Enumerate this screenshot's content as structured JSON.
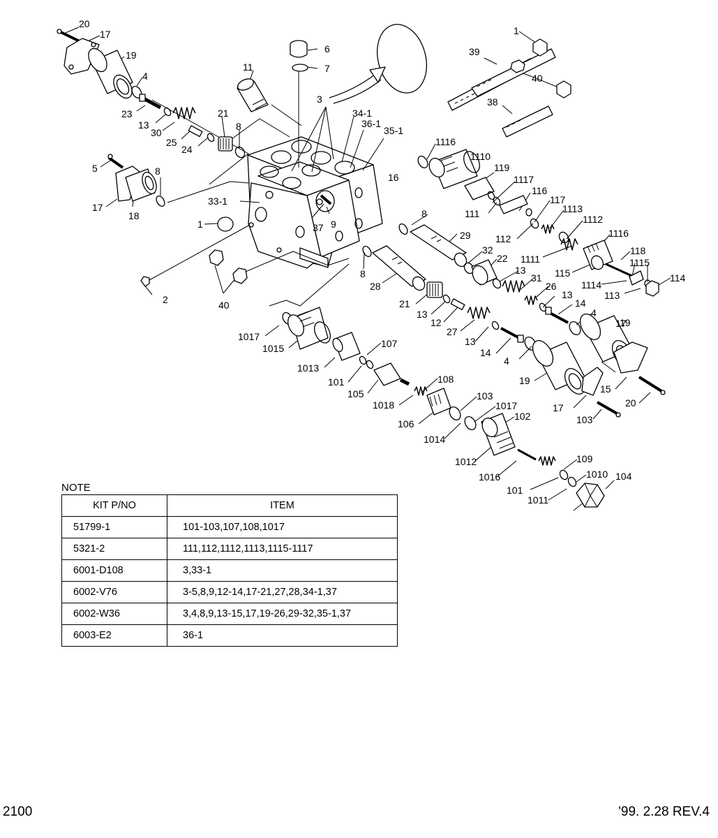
{
  "parts": [
    {
      "id": "p20a",
      "text": "20"
    },
    {
      "id": "p17a",
      "text": "17"
    },
    {
      "id": "p19a",
      "text": "19"
    },
    {
      "id": "p4a",
      "text": "4"
    },
    {
      "id": "p23",
      "text": "23"
    },
    {
      "id": "p13a",
      "text": "13"
    },
    {
      "id": "p30",
      "text": "30"
    },
    {
      "id": "p25",
      "text": "25"
    },
    {
      "id": "p24",
      "text": "24"
    },
    {
      "id": "p21a",
      "text": "21"
    },
    {
      "id": "p8a",
      "text": "8"
    },
    {
      "id": "p11",
      "text": "11"
    },
    {
      "id": "p6",
      "text": "6"
    },
    {
      "id": "p7",
      "text": "7"
    },
    {
      "id": "p3",
      "text": "3"
    },
    {
      "id": "p34_1",
      "text": "34-1"
    },
    {
      "id": "p36_1",
      "text": "36-1"
    },
    {
      "id": "p35_1",
      "text": "35-1"
    },
    {
      "id": "p1a",
      "text": "1"
    },
    {
      "id": "p39",
      "text": "39"
    },
    {
      "id": "p40a",
      "text": "40"
    },
    {
      "id": "p38",
      "text": "38"
    },
    {
      "id": "p5",
      "text": "5"
    },
    {
      "id": "p8b",
      "text": "8"
    },
    {
      "id": "p17b",
      "text": "17"
    },
    {
      "id": "p18",
      "text": "18"
    },
    {
      "id": "p33_1",
      "text": "33-1"
    },
    {
      "id": "p1b",
      "text": "1"
    },
    {
      "id": "p37",
      "text": "37"
    },
    {
      "id": "p9",
      "text": "9"
    },
    {
      "id": "p16",
      "text": "16"
    },
    {
      "id": "p1116a",
      "text": "1116"
    },
    {
      "id": "p1110",
      "text": "1110"
    },
    {
      "id": "p119",
      "text": "119"
    },
    {
      "id": "p1117a",
      "text": "1117"
    },
    {
      "id": "p116",
      "text": "116"
    },
    {
      "id": "p111",
      "text": "111"
    },
    {
      "id": "p117",
      "text": "117"
    },
    {
      "id": "p1113",
      "text": "1113"
    },
    {
      "id": "p112",
      "text": "112"
    },
    {
      "id": "p1112",
      "text": "1112"
    },
    {
      "id": "p1116b",
      "text": "1116"
    },
    {
      "id": "p118",
      "text": "118"
    },
    {
      "id": "p1111",
      "text": "1111"
    },
    {
      "id": "p115",
      "text": "115"
    },
    {
      "id": "p1115",
      "text": "1115"
    },
    {
      "id": "p1114",
      "text": "1114"
    },
    {
      "id": "p113",
      "text": "113"
    },
    {
      "id": "p114",
      "text": "114"
    },
    {
      "id": "p8c",
      "text": "8"
    },
    {
      "id": "p29",
      "text": "29"
    },
    {
      "id": "p32",
      "text": "32"
    },
    {
      "id": "p22",
      "text": "22"
    },
    {
      "id": "p8d",
      "text": "8"
    },
    {
      "id": "p28",
      "text": "28"
    },
    {
      "id": "p13b",
      "text": "13"
    },
    {
      "id": "p31",
      "text": "31"
    },
    {
      "id": "p26",
      "text": "26"
    },
    {
      "id": "p13c",
      "text": "13"
    },
    {
      "id": "p14a",
      "text": "14"
    },
    {
      "id": "p4b",
      "text": "4"
    },
    {
      "id": "p19b",
      "text": "19"
    },
    {
      "id": "p2",
      "text": "2"
    },
    {
      "id": "p40b",
      "text": "40"
    },
    {
      "id": "p21b",
      "text": "21"
    },
    {
      "id": "p13d",
      "text": "13"
    },
    {
      "id": "p12",
      "text": "12"
    },
    {
      "id": "p27",
      "text": "27"
    },
    {
      "id": "p13e",
      "text": "13"
    },
    {
      "id": "p14b",
      "text": "14"
    },
    {
      "id": "p4c",
      "text": "4"
    },
    {
      "id": "p1017a",
      "text": "1017"
    },
    {
      "id": "p1015",
      "text": "1015"
    },
    {
      "id": "p1013",
      "text": "1013"
    },
    {
      "id": "p107",
      "text": "107"
    },
    {
      "id": "p101a",
      "text": "101"
    },
    {
      "id": "p105",
      "text": "105"
    },
    {
      "id": "p1018",
      "text": "1018"
    },
    {
      "id": "p108",
      "text": "108"
    },
    {
      "id": "p106",
      "text": "106"
    },
    {
      "id": "p19c",
      "text": "19"
    },
    {
      "id": "p17c",
      "text": "17"
    },
    {
      "id": "p17d",
      "text": "17"
    },
    {
      "id": "p15",
      "text": "15"
    },
    {
      "id": "p20b",
      "text": "20"
    },
    {
      "id": "p103a",
      "text": "103"
    },
    {
      "id": "p103b",
      "text": "103"
    },
    {
      "id": "p1017b",
      "text": "1017"
    },
    {
      "id": "p102",
      "text": "102"
    },
    {
      "id": "p1014",
      "text": "1014"
    },
    {
      "id": "p1012",
      "text": "1012"
    },
    {
      "id": "p1016",
      "text": "1016"
    },
    {
      "id": "p109",
      "text": "109"
    },
    {
      "id": "p1010",
      "text": "1010"
    },
    {
      "id": "p104",
      "text": "104"
    },
    {
      "id": "p101b",
      "text": "101"
    },
    {
      "id": "p1011",
      "text": "1011"
    }
  ],
  "note": {
    "title": "NOTE",
    "headers": [
      "KIT P/NO",
      "ITEM"
    ],
    "rows": [
      {
        "kit": "51799-1",
        "item": "101-103,107,108,1017"
      },
      {
        "kit": "5321-2",
        "item": "111,112,1112,1113,1115-1117"
      },
      {
        "kit": "6001-D108",
        "item": "3,33-1"
      },
      {
        "kit": "6002-V76",
        "item": "3-5,8,9,12-14,17-21,27,28,34-1,37"
      },
      {
        "kit": "6002-W36",
        "item": "3,4,8,9,13-15,17,19-26,29-32,35-1,37"
      },
      {
        "kit": "6003-E2",
        "item": "36-1"
      }
    ]
  },
  "footer": {
    "page": "2100",
    "revision": "'99. 2.28 REV.4"
  }
}
